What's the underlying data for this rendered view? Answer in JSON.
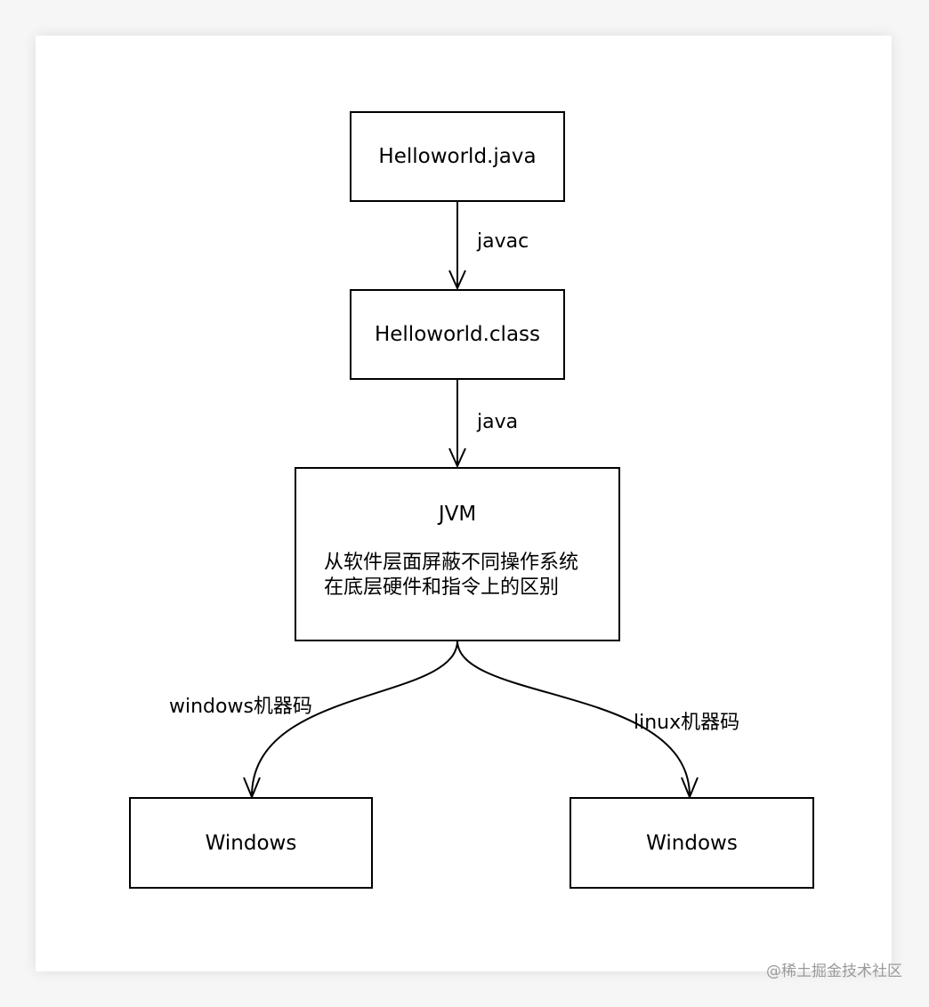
{
  "nodes": {
    "source": "Helloworld.java",
    "bytecode": "Helloworld.class",
    "jvm_title": "JVM",
    "jvm_desc_line1": "从软件层面屏蔽不同操作系统",
    "jvm_desc_line2": "在底层硬件和指令上的区别",
    "target_left": "Windows",
    "target_right": "Windows"
  },
  "edges": {
    "compile": "javac",
    "run": "java",
    "to_left": "windows机器码",
    "to_right": "linux机器码"
  },
  "watermark": "@稀土掘金技术社区"
}
